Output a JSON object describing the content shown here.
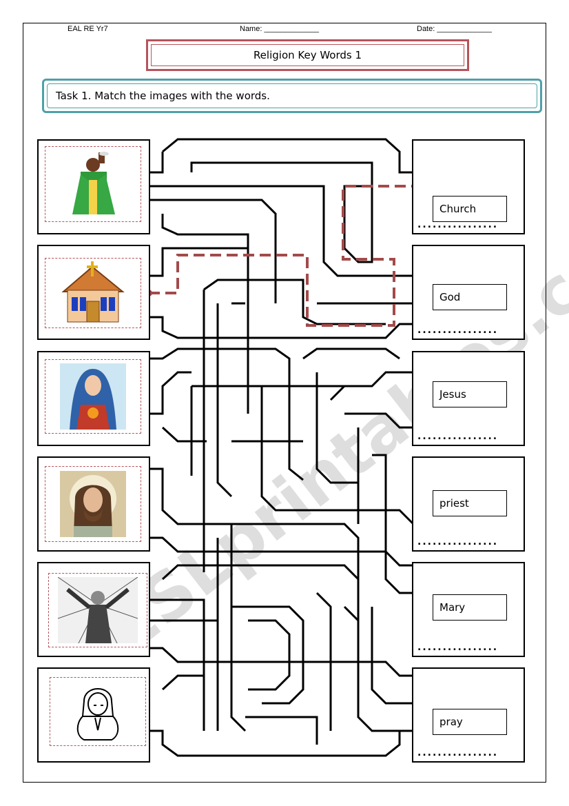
{
  "header": {
    "class_label": "EAL RE Yr7",
    "name_label": "Name: _____________",
    "date_label": "Date: _____________"
  },
  "title": "Religion Key Words 1",
  "task": "Task 1. Match the images with the words.",
  "pictures": [
    {
      "icon": "priest-praying-icon"
    },
    {
      "icon": "church-building-icon"
    },
    {
      "icon": "mary-portrait-icon"
    },
    {
      "icon": "jesus-portrait-icon"
    },
    {
      "icon": "god-drawing-icon"
    },
    {
      "icon": "girl-praying-icon"
    }
  ],
  "words": [
    "Church",
    "God",
    "Jesus",
    "priest",
    "Mary",
    "pray"
  ],
  "answer_dots": "................",
  "watermark": "ESLprintables.com",
  "colors": {
    "title_border": "#b5545a",
    "task_border": "#4fa0a8",
    "path": "#a34a4a"
  }
}
